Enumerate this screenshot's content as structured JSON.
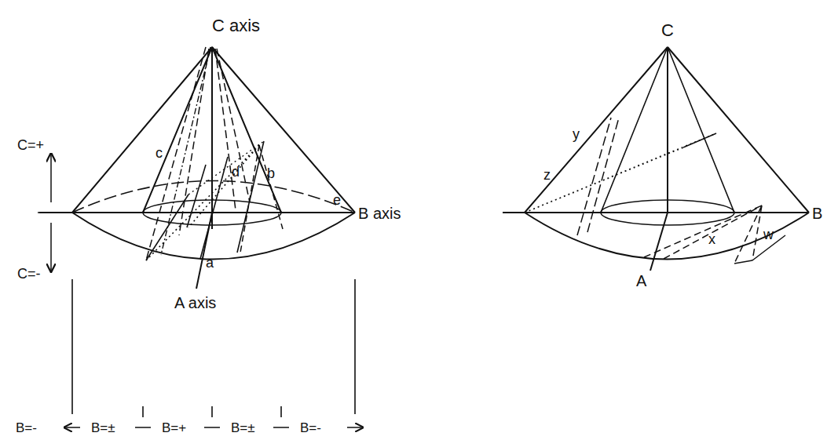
{
  "diagram": {
    "labels": [
      "C axis",
      "d",
      "c",
      "b",
      "C=+",
      "e",
      "B axis",
      "a",
      "C=-",
      "A axis",
      "B=-",
      "B=±",
      "B=+",
      "B=±",
      "B=-",
      "C",
      "y",
      "z",
      "w",
      "x",
      "B",
      "A"
    ]
  }
}
